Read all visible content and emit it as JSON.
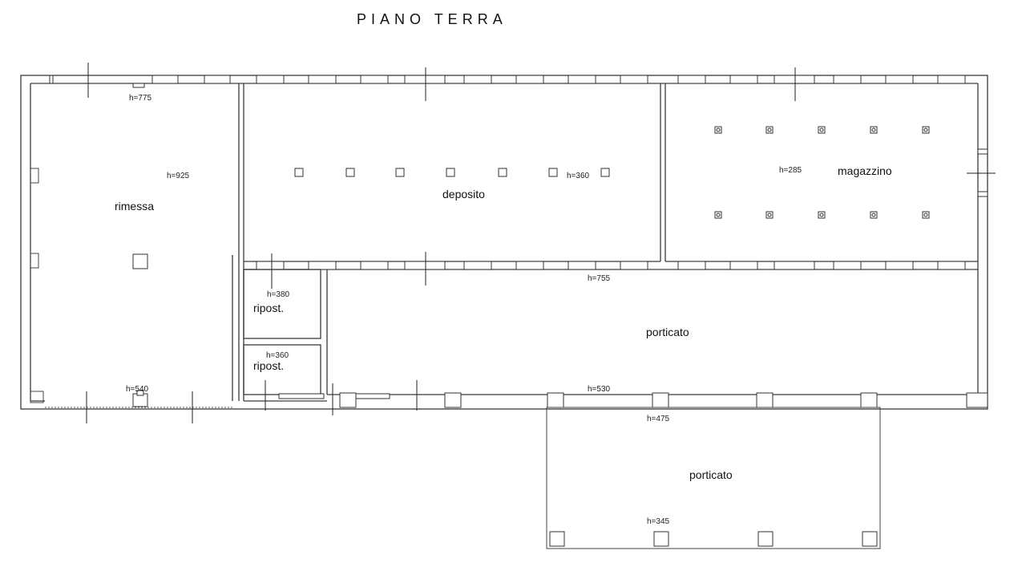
{
  "title": "PIANO TERRA",
  "rooms": {
    "rimessa": "rimessa",
    "deposito": "deposito",
    "magazzino": "magazzino",
    "ripost1": "ripost.",
    "ripost2": "ripost.",
    "porticato_main": "porticato",
    "porticato_ext": "porticato"
  },
  "heights": {
    "h775": "h=775",
    "h925": "h=925",
    "h540": "h=540",
    "h360_deposito": "h=360",
    "h285": "h=285",
    "h380": "h=380",
    "h360_ripost": "h=360",
    "h755": "h=755",
    "h530": "h=530",
    "h475": "h=475",
    "h345": "h=345"
  }
}
